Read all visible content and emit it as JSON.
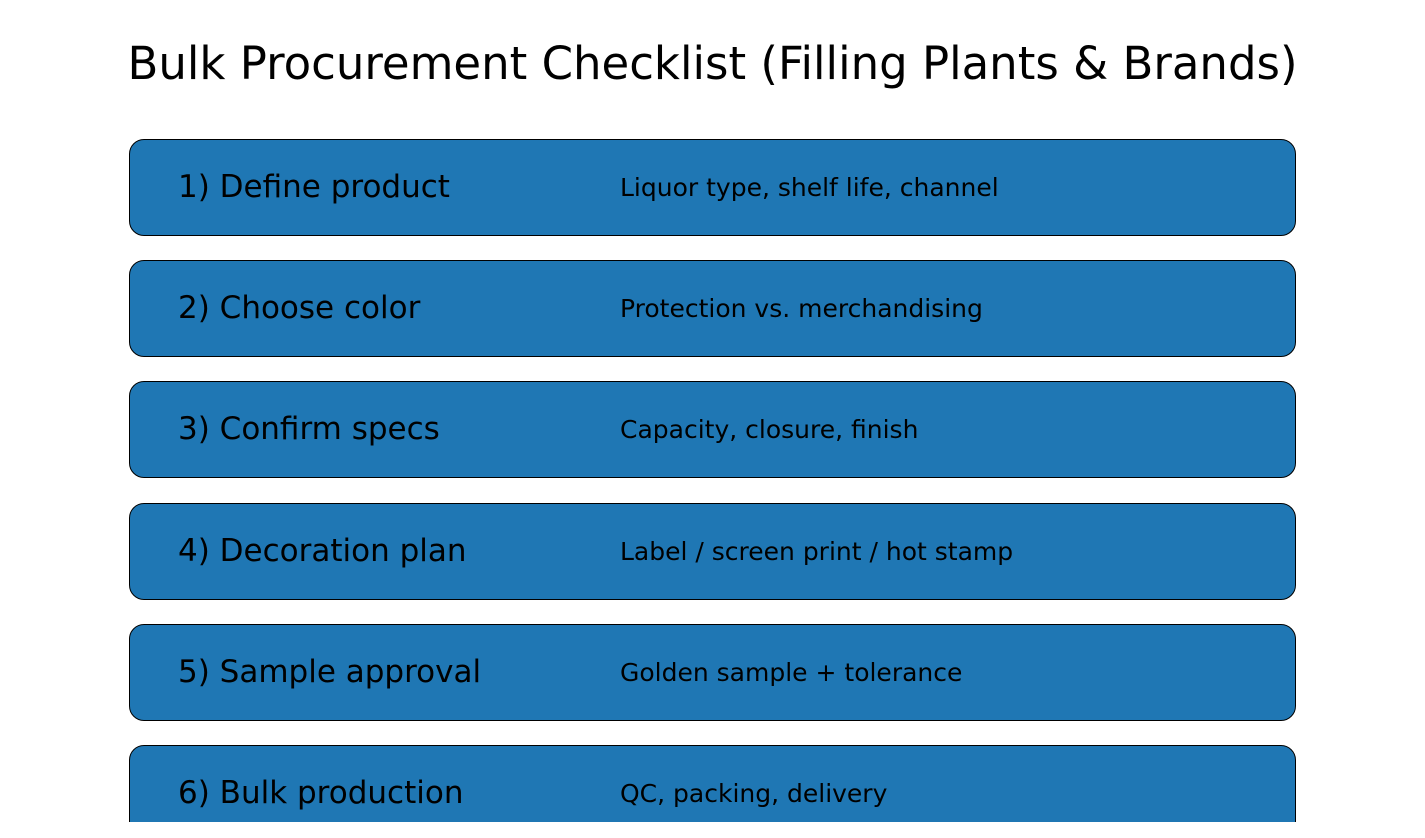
{
  "title": "Bulk Procurement Checklist (Filling Plants & Brands)",
  "colors": {
    "box_fill": "#1f77b4",
    "box_border": "#000000",
    "text": "#000000",
    "background": "#ffffff"
  },
  "steps": [
    {
      "label": "1) Define product",
      "description": "Liquor type, shelf life, channel"
    },
    {
      "label": "2) Choose color",
      "description": "Protection vs. merchandising"
    },
    {
      "label": "3) Confirm specs",
      "description": "Capacity, closure, finish"
    },
    {
      "label": "4) Decoration plan",
      "description": "Label / screen print / hot stamp"
    },
    {
      "label": "5) Sample approval",
      "description": "Golden sample + tolerance"
    },
    {
      "label": "6) Bulk production",
      "description": "QC, packing, delivery"
    }
  ]
}
